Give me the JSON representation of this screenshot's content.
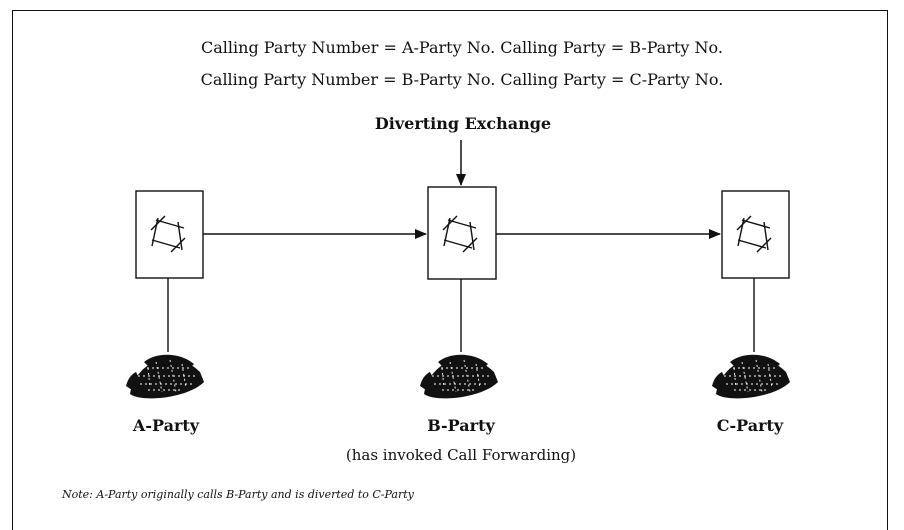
{
  "header": {
    "line1": "Calling Party Number = A-Party No. Calling Party = B-Party No.",
    "line2": "Calling Party Number = B-Party No. Calling Party = C-Party No."
  },
  "diverting_exchange_label": "Diverting Exchange",
  "parties": {
    "a": {
      "label": "A-Party"
    },
    "b": {
      "label": "B-Party",
      "sublabel": "(has invoked Call Forwarding)"
    },
    "c": {
      "label": "C-Party"
    }
  },
  "note": "Note: A-Party originally calls B-Party and is diverted to C-Party",
  "icons": {
    "exchange": "exchange-switch-icon",
    "telephone": "telephone-icon"
  }
}
